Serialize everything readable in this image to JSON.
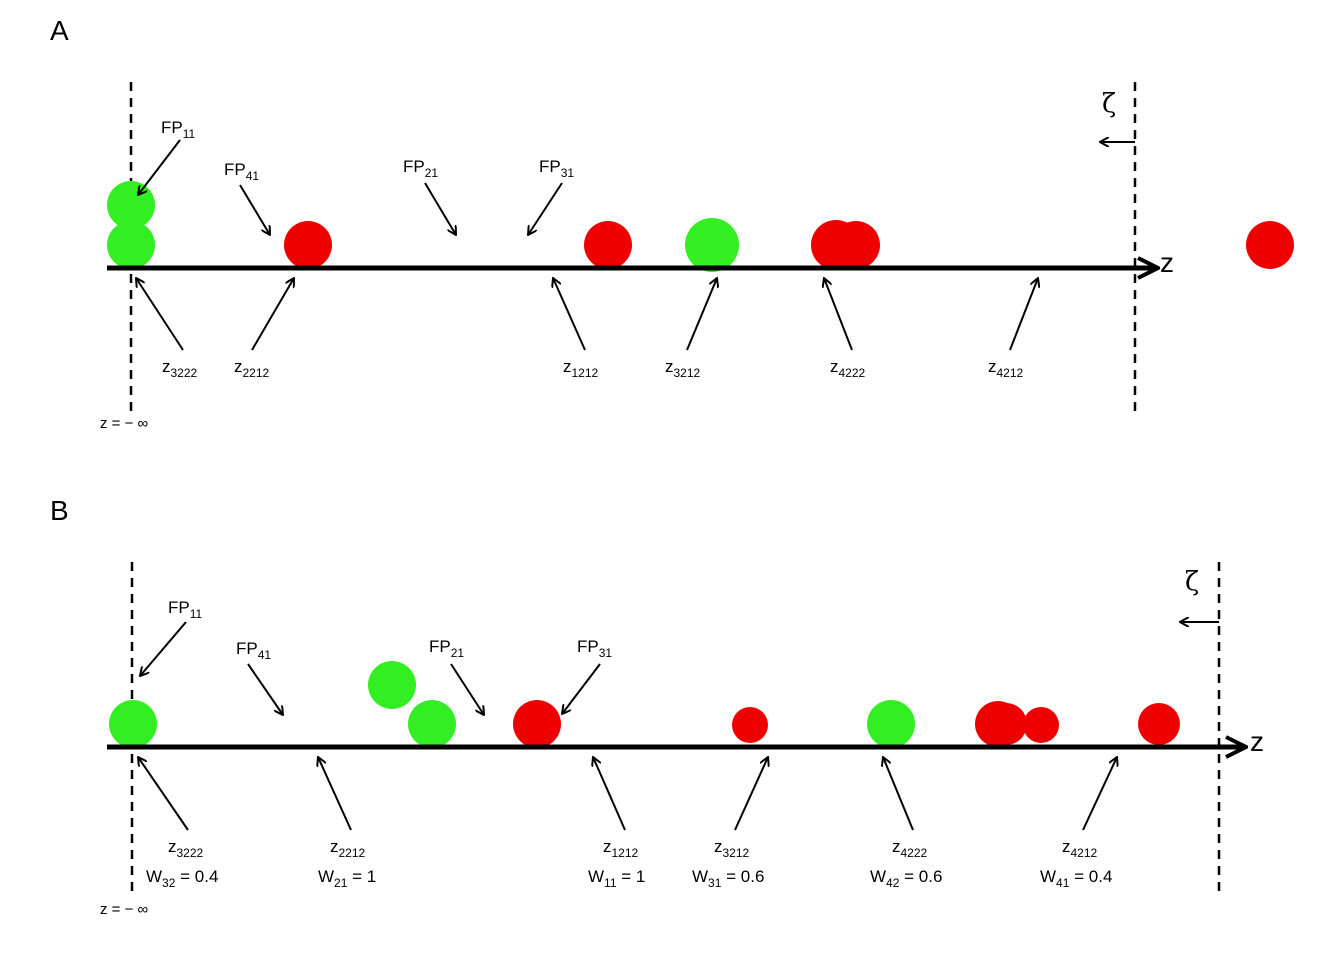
{
  "colors": {
    "green": "#33ee22",
    "red": "#ee0000",
    "ink": "#000000"
  },
  "panels": [
    {
      "id": "A",
      "label": "A",
      "zeta": "ζ",
      "axis_label": "z",
      "minus_inf": "z = − ∞",
      "fp": [
        {
          "main": "FP",
          "sub": "11"
        },
        {
          "main": "FP",
          "sub": "41"
        },
        {
          "main": "FP",
          "sub": "21"
        },
        {
          "main": "FP",
          "sub": "31"
        }
      ],
      "z": [
        {
          "main": "z",
          "sub": "3222"
        },
        {
          "main": "z",
          "sub": "2212"
        },
        {
          "main": "z",
          "sub": "1212"
        },
        {
          "main": "z",
          "sub": "3212"
        },
        {
          "main": "z",
          "sub": "4222"
        },
        {
          "main": "z",
          "sub": "4212"
        }
      ],
      "w": []
    },
    {
      "id": "B",
      "label": "B",
      "zeta": "ζ",
      "axis_label": "z",
      "minus_inf": "z = − ∞",
      "fp": [
        {
          "main": "FP",
          "sub": "11"
        },
        {
          "main": "FP",
          "sub": "41"
        },
        {
          "main": "FP",
          "sub": "21"
        },
        {
          "main": "FP",
          "sub": "31"
        }
      ],
      "z": [
        {
          "main": "z",
          "sub": "3222"
        },
        {
          "main": "z",
          "sub": "2212"
        },
        {
          "main": "z",
          "sub": "1212"
        },
        {
          "main": "z",
          "sub": "3212"
        },
        {
          "main": "z",
          "sub": "4222"
        },
        {
          "main": "z",
          "sub": "4212"
        }
      ],
      "w": [
        {
          "main": "W",
          "sub": "32",
          "value": " = 0.4"
        },
        {
          "main": "W",
          "sub": "21",
          "value": " = 1"
        },
        {
          "main": "W",
          "sub": "11",
          "value": " = 1"
        },
        {
          "main": "W",
          "sub": "31",
          "value": " = 0.6"
        },
        {
          "main": "W",
          "sub": "42",
          "value": " = 0.6"
        },
        {
          "main": "W",
          "sub": "41",
          "value": " = 0.4"
        }
      ]
    }
  ]
}
